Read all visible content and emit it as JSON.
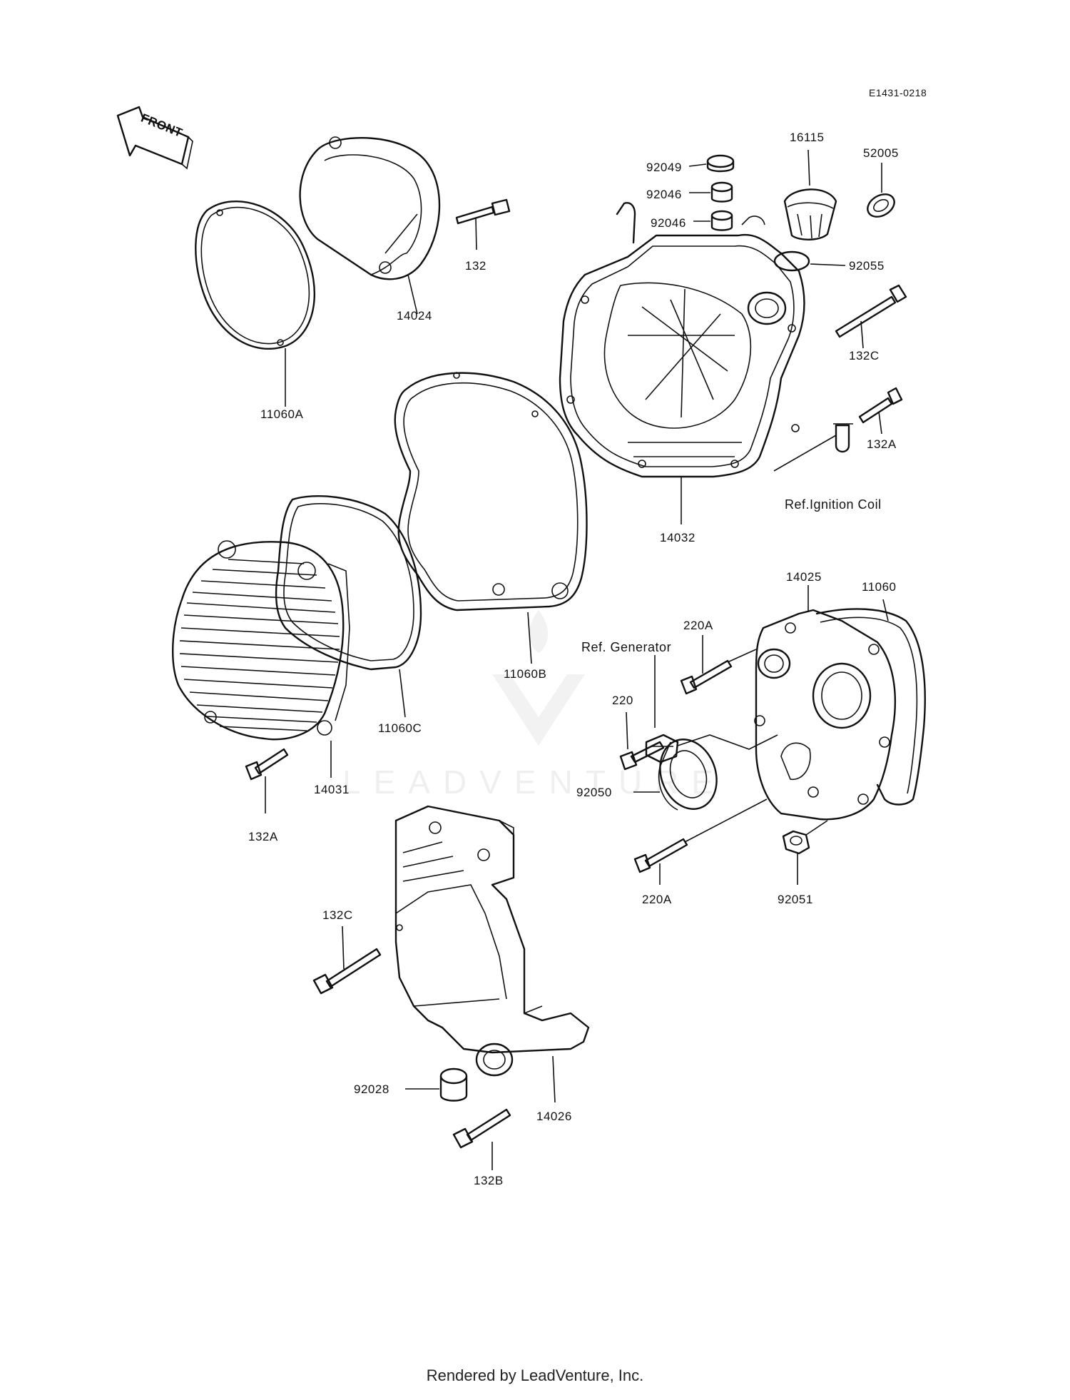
{
  "diagram_code": "E1431-0218",
  "direction_label": "FRONT",
  "watermark": "LEADVENTURE",
  "footer": "Rendered by LeadVenture, Inc.",
  "references": {
    "ignition_coil": "Ref.Ignition Coil",
    "generator": "Ref. Generator"
  },
  "callouts": {
    "p14024": "14024",
    "p11060A": "11060A",
    "p132_top": "132",
    "p92049": "92049",
    "p92046_a": "92046",
    "p92046_b": "92046",
    "p16115": "16115",
    "p52005": "52005",
    "p92055": "92055",
    "p132C_top": "132C",
    "p132A_right": "132A",
    "p14032": "14032",
    "p11060B": "11060B",
    "p11060C": "11060C",
    "p14031": "14031",
    "p132A_left": "132A",
    "p14025": "14025",
    "p11060": "11060",
    "p220A_top": "220A",
    "p220": "220",
    "p92050": "92050",
    "p220A_bottom": "220A",
    "p92051": "92051",
    "p132C_bottom": "132C",
    "p92028": "92028",
    "p14026": "14026",
    "p132B": "132B"
  }
}
